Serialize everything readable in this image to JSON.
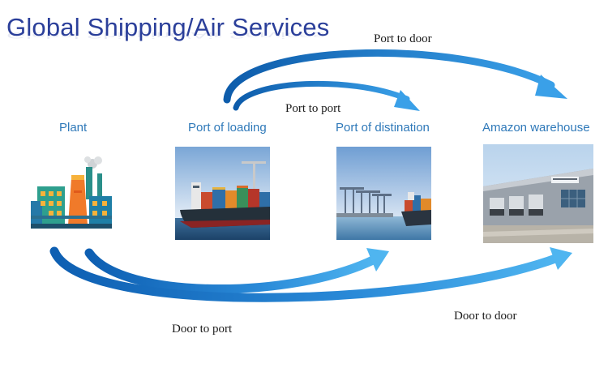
{
  "title": "Global Shipping/Air Services",
  "nodes": {
    "plant": "Plant",
    "port_loading": "Port of loading",
    "port_destination": "Port of distination",
    "warehouse": "Amazon warehouse"
  },
  "routes": {
    "port_to_door": "Port to door",
    "port_to_port": "Port to port",
    "door_to_port": "Door to port",
    "door_to_door": "Door to door"
  },
  "colors": {
    "title": "#2b3f9a",
    "node_label": "#2f79b9",
    "arrow_dark": "#1565c0",
    "arrow_light": "#4fb0ee"
  },
  "images": {
    "plant": "factory-illustration",
    "port_loading": "container-ship-photo",
    "port_destination": "container-port-cranes-photo",
    "warehouse": "warehouse-building-photo"
  }
}
